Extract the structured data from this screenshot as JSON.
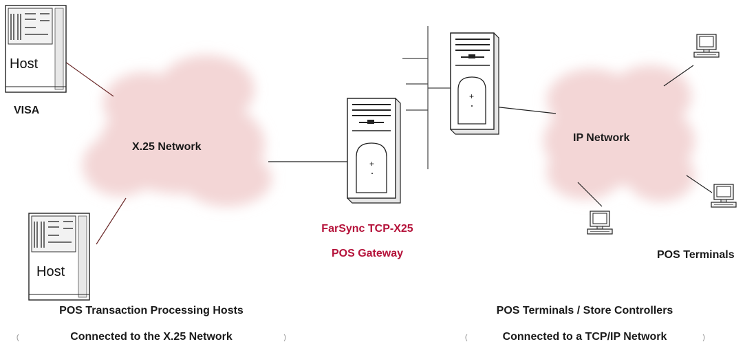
{
  "clouds": {
    "x25": "X.25 Network",
    "ip": "IP Network"
  },
  "hosts": {
    "top_label": "Host",
    "bottom_label": "Host",
    "visa": "VISA"
  },
  "gateway": {
    "line1": "FarSync TCP-X25",
    "line2": "POS Gateway"
  },
  "terminals": {
    "label": "POS Terminals"
  },
  "captions": {
    "left_title": "POS Transaction Processing Hosts",
    "left_sub": "Connected to the X.25 Network",
    "right_title": "POS Terminals / Store Controllers",
    "right_sub": "Connected to a TCP/IP Network"
  },
  "colors": {
    "gateway_text": "#b5123a",
    "cloud_fill": "#f3d9d9",
    "link_line": "#6b2a2a"
  }
}
